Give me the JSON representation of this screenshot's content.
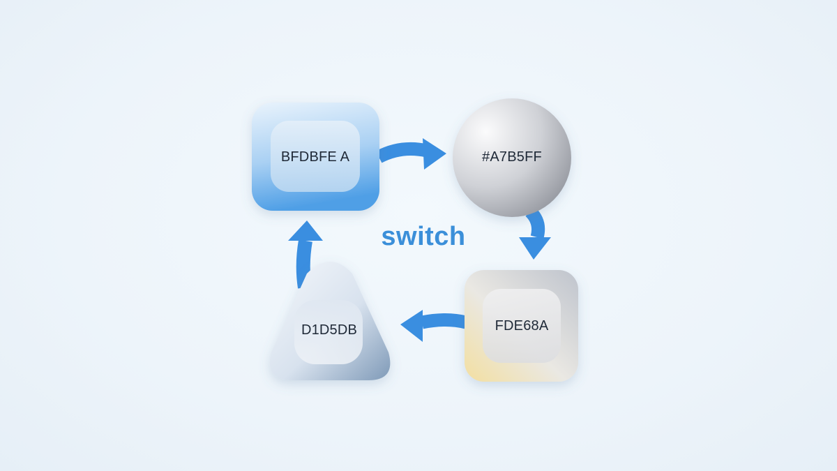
{
  "diagram": {
    "center_label": "switch",
    "nodes": [
      {
        "id": "square-blue",
        "label": "BFDBFE A"
      },
      {
        "id": "circle-gray",
        "label": "#A7B5FF"
      },
      {
        "id": "square-yellow",
        "label": "FDE68A"
      },
      {
        "id": "triangle-gray",
        "label": "D1D5DB"
      }
    ],
    "colors": {
      "arrow": "#3a8ee0",
      "center_label": "#3b8fd9",
      "node_text": "#1f2937"
    }
  }
}
